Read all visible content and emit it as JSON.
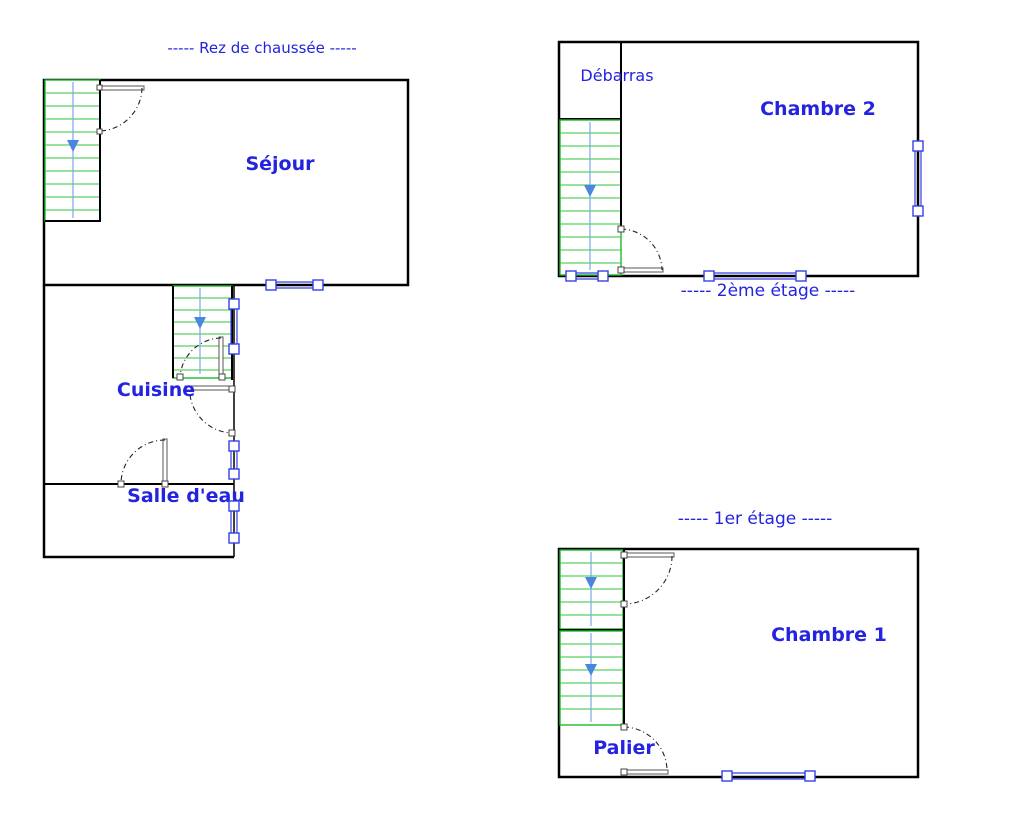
{
  "colors": {
    "label": "#2323e0",
    "wall": "#000000",
    "stair": "#1db82a",
    "stair_arrow": "#4a86e0",
    "window": "#3340e6"
  },
  "floors": {
    "ground": {
      "label": "----- Rez de chaussée -----",
      "rooms": {
        "sejour": "Séjour",
        "cuisine": "Cuisine",
        "salle_deau": "Salle d'eau"
      }
    },
    "second": {
      "label": "-----  2ème étage  -----",
      "rooms": {
        "debarras": "Débarras",
        "chambre2": "Chambre 2"
      }
    },
    "first": {
      "label": "-----  1er étage  -----",
      "rooms": {
        "chambre1": "Chambre 1",
        "palier": "Palier"
      }
    }
  }
}
